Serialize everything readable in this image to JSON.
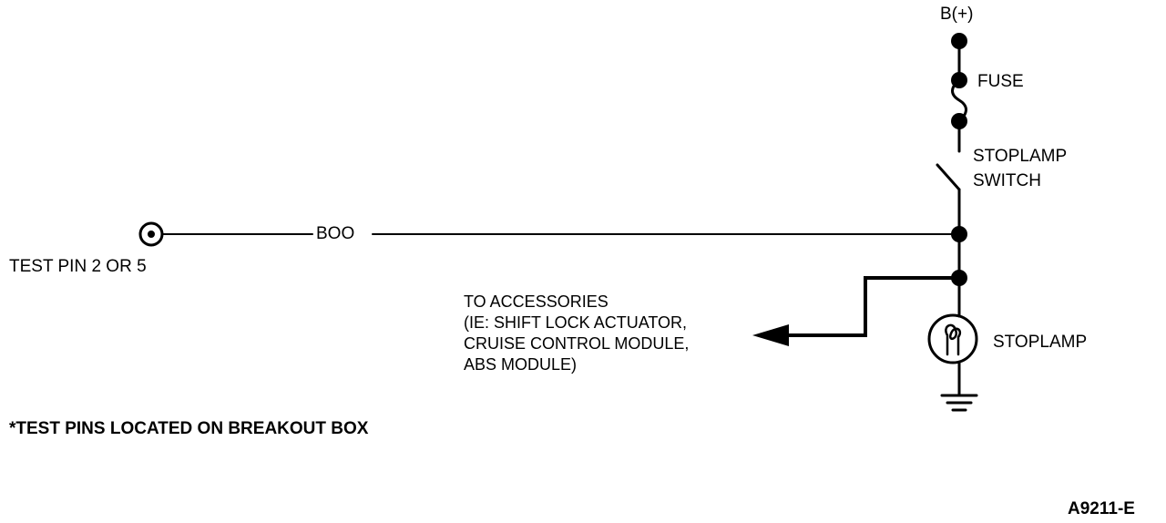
{
  "labels": {
    "battery": "B(+)",
    "fuse": "FUSE",
    "switch_line1": "STOPLAMP",
    "switch_line2": "SWITCH",
    "boo": "BOO",
    "test_pin": "TEST PIN 2 OR 5",
    "accessories_line1": "TO ACCESSORIES",
    "accessories_line2": "(IE: SHIFT LOCK ACTUATOR,",
    "accessories_line3": "CRUISE CONTROL MODULE,",
    "accessories_line4": "ABS MODULE)",
    "stoplamp": "STOPLAMP",
    "footnote": "*TEST PINS LOCATED ON BREAKOUT BOX",
    "figure_id": "A9211-E"
  },
  "colors": {
    "ink": "#000000",
    "background": "#ffffff"
  }
}
